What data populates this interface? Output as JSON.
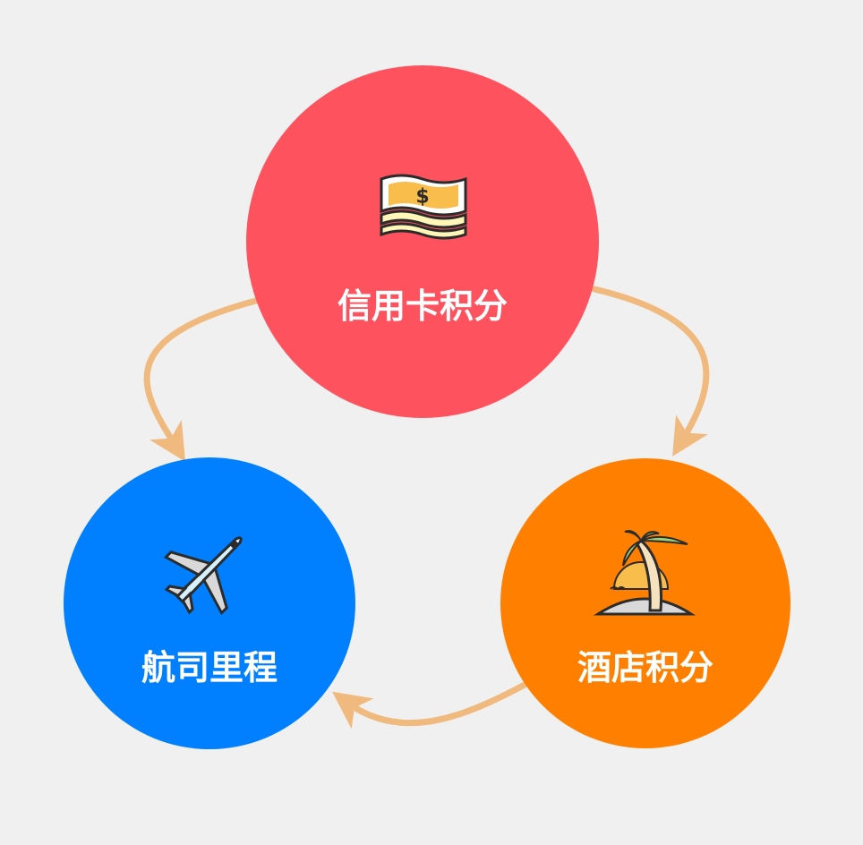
{
  "colors": {
    "background": "#f1f0f0",
    "arrow": "#f0b97e",
    "icon_outline": "#2b2b2b"
  },
  "nodes": [
    {
      "id": "credit-card-points",
      "label": "信用卡积分",
      "icon": "money-stack-icon",
      "color": "#fe535e"
    },
    {
      "id": "hotel-points",
      "label": "酒店积分",
      "icon": "palm-island-icon",
      "color": "#ff8000"
    },
    {
      "id": "airline-miles",
      "label": "航司里程",
      "icon": "airplane-icon",
      "color": "#0080ff"
    }
  ],
  "edges": [
    {
      "from": "credit-card-points",
      "to": "airline-miles"
    },
    {
      "from": "credit-card-points",
      "to": "hotel-points"
    },
    {
      "from": "hotel-points",
      "to": "airline-miles"
    }
  ]
}
